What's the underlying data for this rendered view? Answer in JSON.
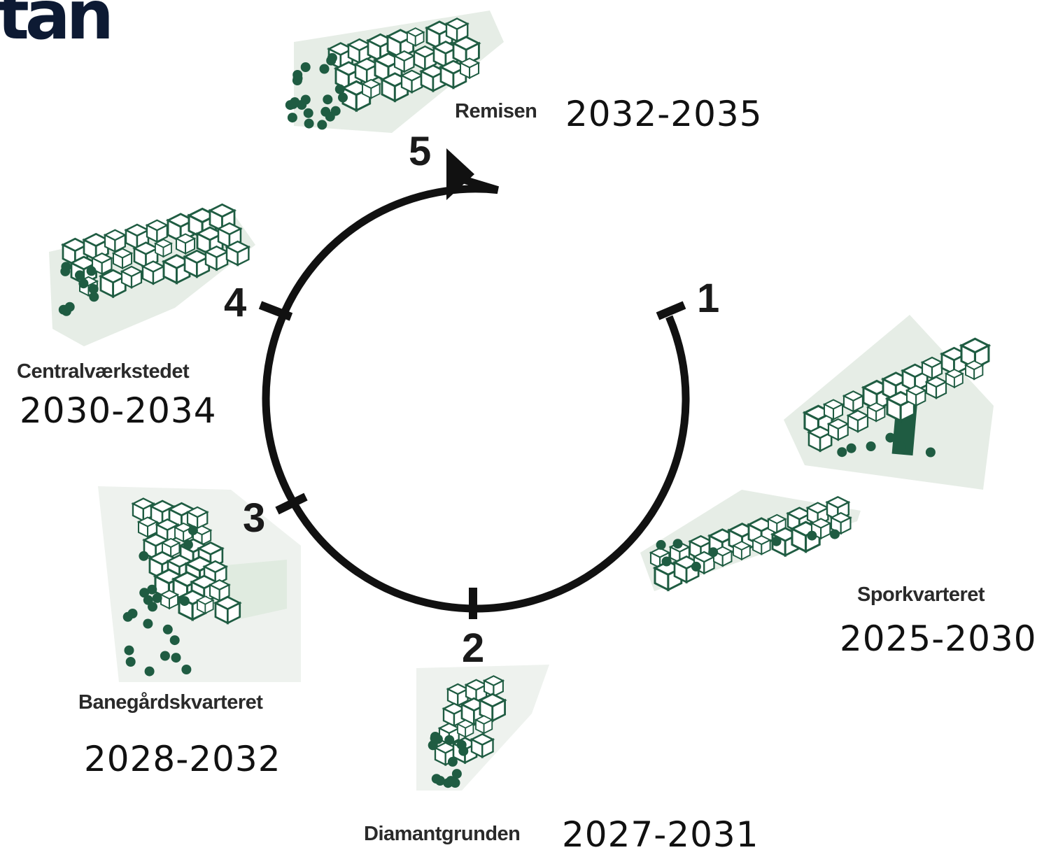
{
  "logo": {
    "text": "tan"
  },
  "colors": {
    "ring": "#111111",
    "building": "#1f5c42",
    "ground": "#e6ede6"
  },
  "phases": [
    {
      "number": "1",
      "name": "Sporkvarteret",
      "years": "2025-2030"
    },
    {
      "number": "2",
      "name": "Diamantgrunden",
      "years": "2027-2031"
    },
    {
      "number": "3",
      "name": "Banegårdskvarteret",
      "years": "2028-2032"
    },
    {
      "number": "4",
      "name": "Centralværkstedet",
      "years": "2030-2034"
    },
    {
      "number": "5",
      "name": "Remisen",
      "years": "2032-2035"
    }
  ]
}
